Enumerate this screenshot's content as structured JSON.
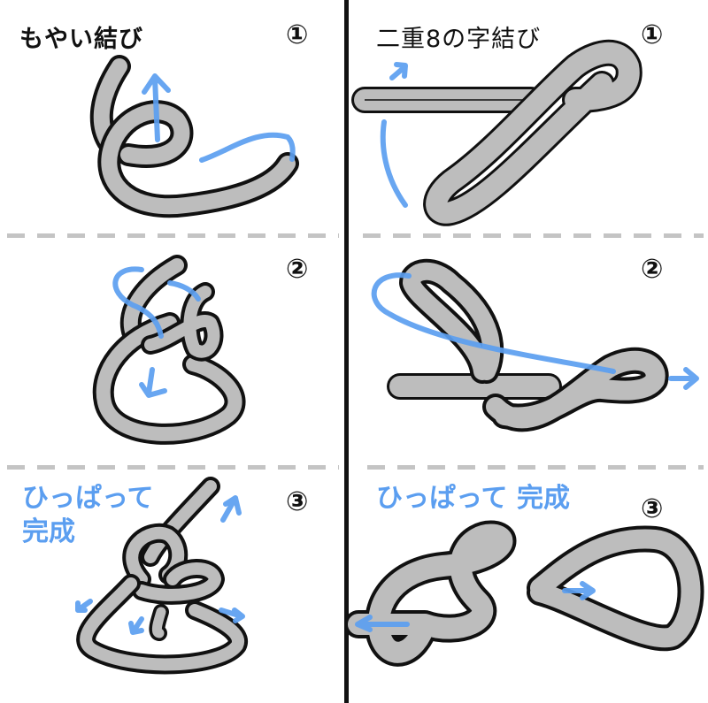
{
  "left_panel": {
    "title": "もやい結び",
    "steps": [
      {
        "number": "①"
      },
      {
        "number": "②"
      },
      {
        "number": "③",
        "note_lines": [
          "ひっぱって",
          "完成"
        ]
      }
    ]
  },
  "right_panel": {
    "title": "二重8の字結び",
    "steps": [
      {
        "number": "①"
      },
      {
        "number": "②"
      },
      {
        "number": "③",
        "note": "ひっぱって 完成"
      }
    ]
  },
  "colors": {
    "rope_fill": "#bdbdbd",
    "rope_outline": "#111111",
    "arrow_blue": "#5b9ef0",
    "dash_gray": "#c4c4c4",
    "divider": "#111111"
  }
}
